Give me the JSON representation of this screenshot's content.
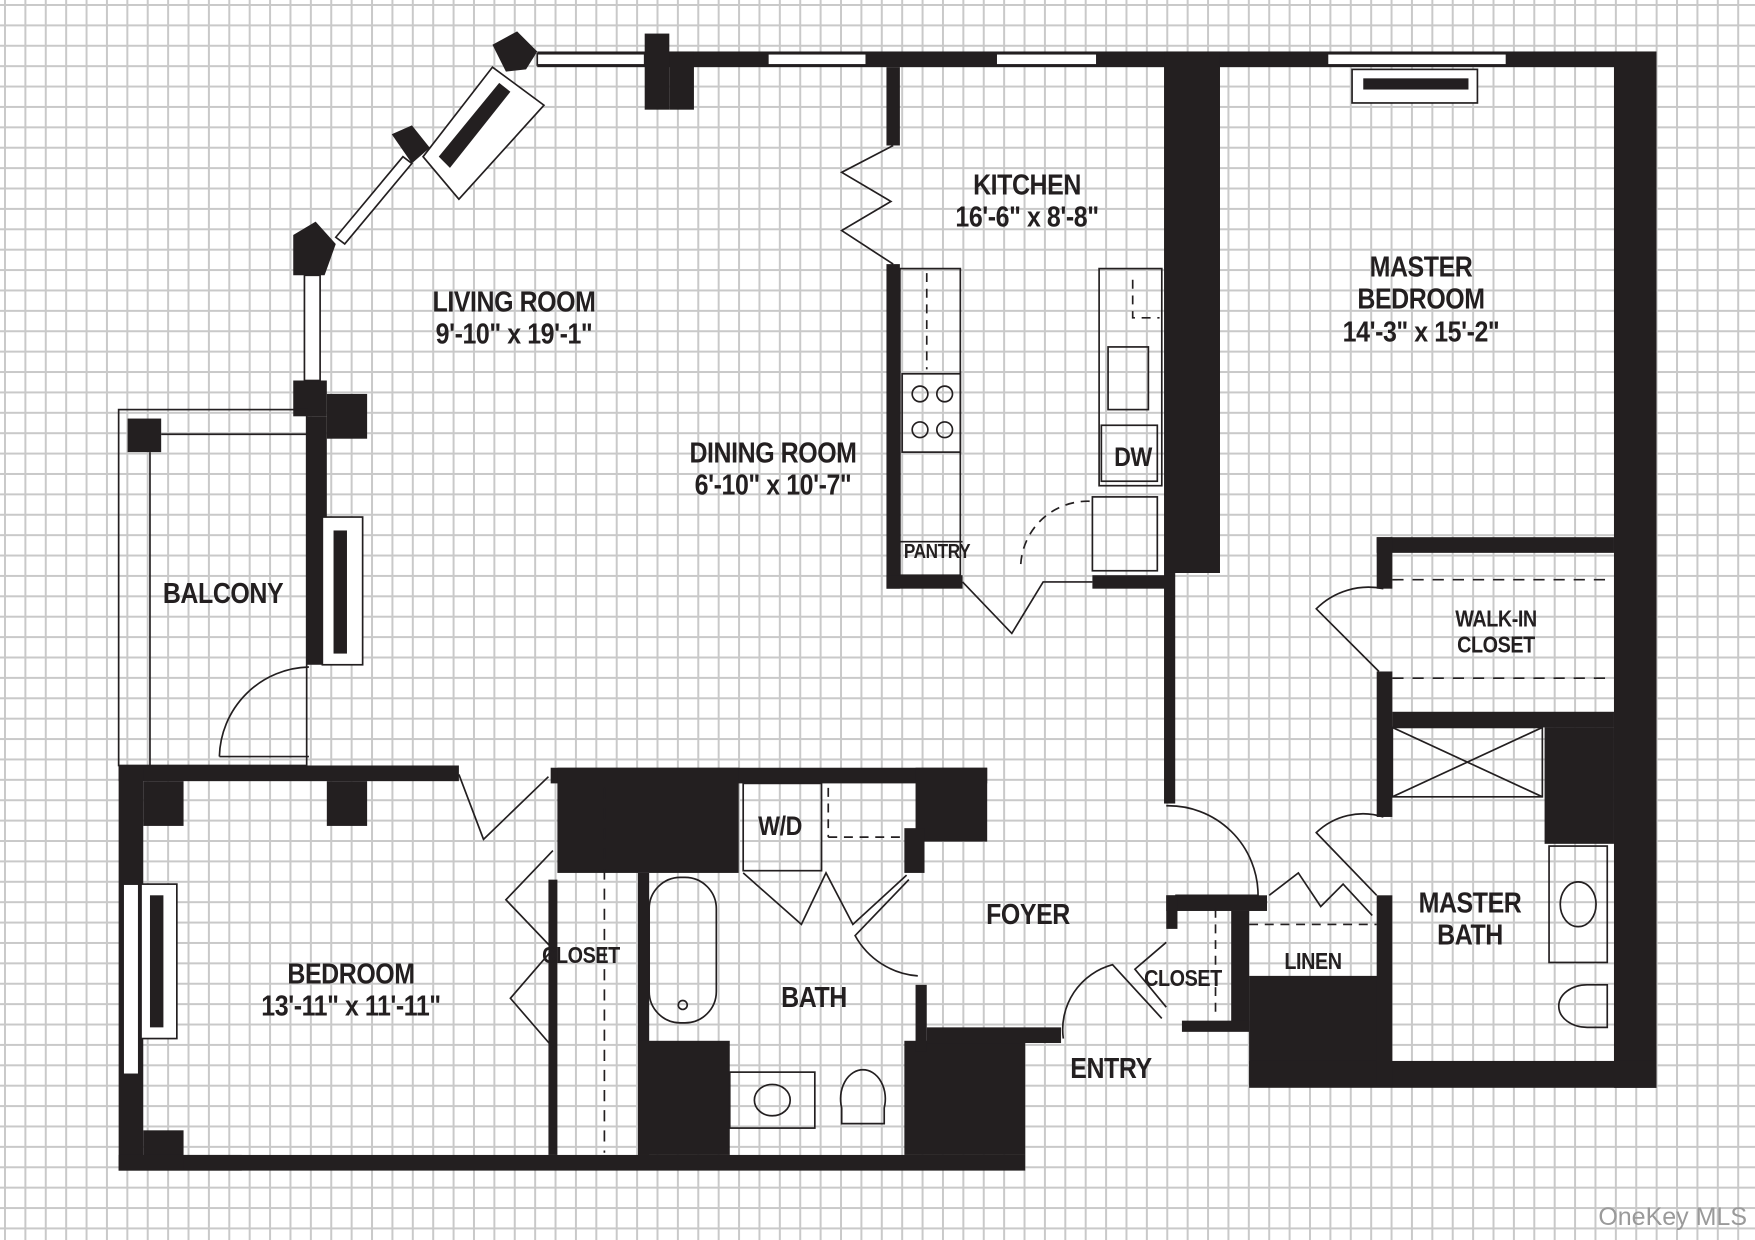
{
  "plan": {
    "type": "apartment floor plan",
    "wall_color": "#231f20",
    "grid_color": "#c9c9c9",
    "rooms": [
      {
        "id": "living-room",
        "name": "LIVING ROOM",
        "dimensions": "9'-10\" x 19'-1\""
      },
      {
        "id": "kitchen",
        "name": "KITCHEN",
        "dimensions": "16'-6\" x 8'-8\""
      },
      {
        "id": "master-bedroom",
        "name": "MASTER BEDROOM",
        "name_line1": "MASTER",
        "name_line2": "BEDROOM",
        "dimensions": "14'-3\" x 15'-2\""
      },
      {
        "id": "dining-room",
        "name": "DINING ROOM",
        "dimensions": "6'-10\" x 10'-7\""
      },
      {
        "id": "balcony",
        "name": "BALCONY"
      },
      {
        "id": "walk-in-closet",
        "name": "WALK-IN CLOSET",
        "name_line1": "WALK-IN",
        "name_line2": "CLOSET"
      },
      {
        "id": "bedroom",
        "name": "BEDROOM",
        "dimensions": "13'-11\" x 11'-11\""
      },
      {
        "id": "bedroom-closet",
        "name": "CLOSET"
      },
      {
        "id": "bath",
        "name": "BATH"
      },
      {
        "id": "foyer",
        "name": "FOYER"
      },
      {
        "id": "entry-closet",
        "name": "CLOSET"
      },
      {
        "id": "linen",
        "name": "LINEN"
      },
      {
        "id": "master-bath",
        "name": "MASTER BATH",
        "name_line1": "MASTER",
        "name_line2": "BATH"
      },
      {
        "id": "entry",
        "name": "ENTRY"
      },
      {
        "id": "pantry",
        "name": "PANTRY"
      },
      {
        "id": "washer-dryer",
        "name": "W/D"
      },
      {
        "id": "dishwasher",
        "name": "DW"
      }
    ]
  },
  "watermark": "OneKey MLS"
}
